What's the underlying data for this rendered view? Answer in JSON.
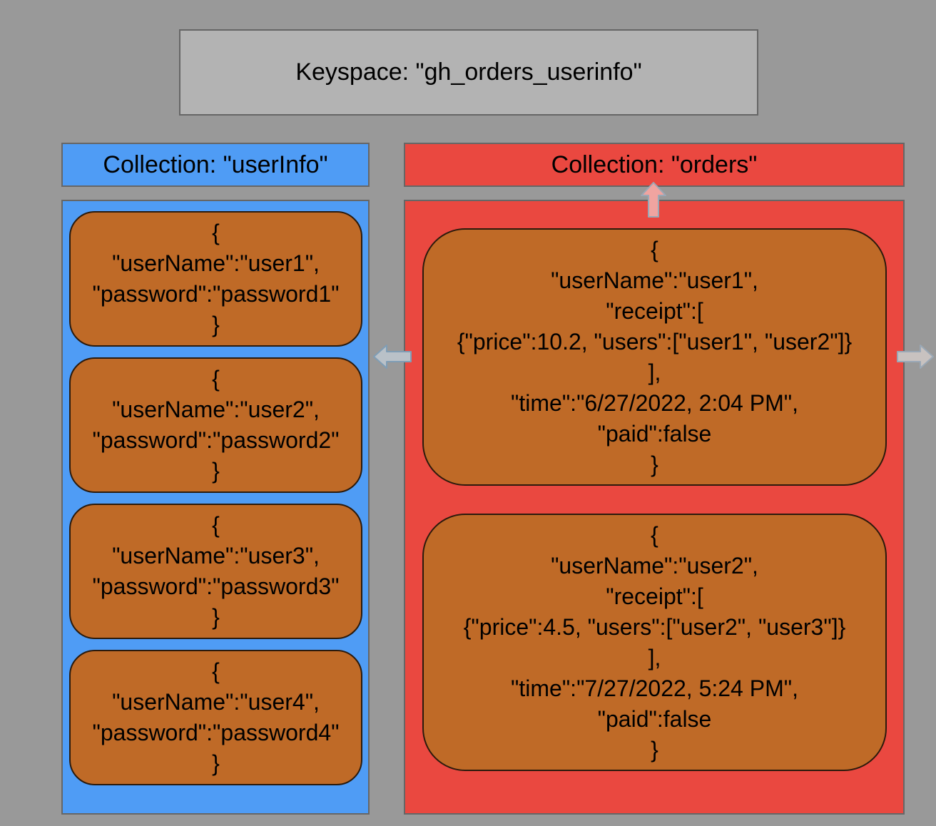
{
  "colors": {
    "background": "#999999",
    "keyspace_fill": "#b3b3b3",
    "userinfo_fill": "#4f9cf5",
    "orders_fill": "#ea4840",
    "document_fill": "#bf6a27",
    "border": "#666666"
  },
  "keyspace": {
    "label": "Keyspace: \"gh_orders_userinfo\""
  },
  "collections": {
    "userinfo": {
      "label": "Collection: \"userInfo\"",
      "documents": [
        [
          "{",
          "\"userName\":\"user1\",",
          "\"password\":\"password1\"",
          "}"
        ],
        [
          "{",
          "\"userName\":\"user2\",",
          "\"password\":\"password2\"",
          "}"
        ],
        [
          "{",
          "\"userName\":\"user3\",",
          "\"password\":\"password3\"",
          "}"
        ],
        [
          "{",
          "\"userName\":\"user4\",",
          "\"password\":\"password4\"",
          "}"
        ]
      ]
    },
    "orders": {
      "label": "Collection: \"orders\"",
      "documents": [
        [
          "{",
          "\"userName\":\"user1\",",
          "\"receipt\":[",
          "{\"price\":10.2, \"users\":[\"user1\", \"user2\"]}",
          "],",
          "\"time\":\"6/27/2022, 2:04 PM\",",
          "\"paid\":false",
          "}"
        ],
        [
          "{",
          "\"userName\":\"user2\",",
          "\"receipt\":[",
          "{\"price\":4.5, \"users\":[\"user2\", \"user3\"]}",
          "],",
          "\"time\":\"7/27/2022, 5:24 PM\",",
          "\"paid\":false",
          "}"
        ]
      ]
    }
  }
}
